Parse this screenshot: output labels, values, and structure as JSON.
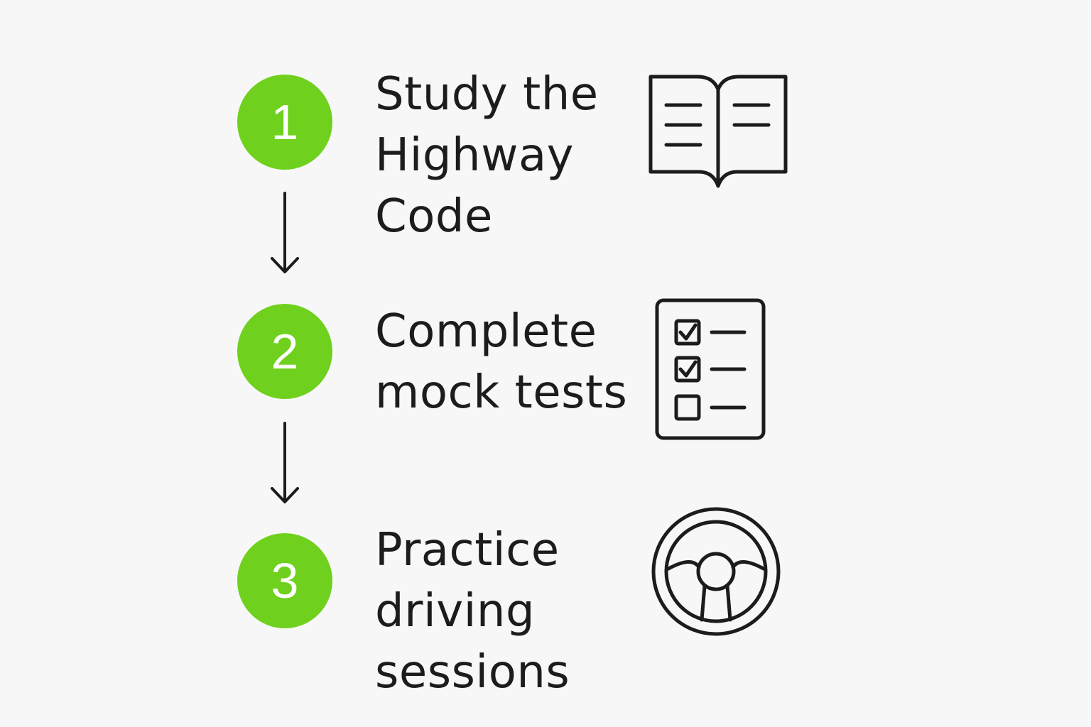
{
  "steps": [
    {
      "number": "1",
      "lines": [
        "Study the",
        "Highway",
        "Code"
      ],
      "icon": "open-book-icon"
    },
    {
      "number": "2",
      "lines": [
        "Complete",
        "mock tests"
      ],
      "icon": "checklist-icon"
    },
    {
      "number": "3",
      "lines": [
        "Practice",
        "driving",
        "sessions"
      ],
      "icon": "steering-wheel-icon"
    }
  ],
  "colors": {
    "accent": "#6fd11e",
    "text": "#1c1c1c",
    "background": "#f7f7f7"
  }
}
